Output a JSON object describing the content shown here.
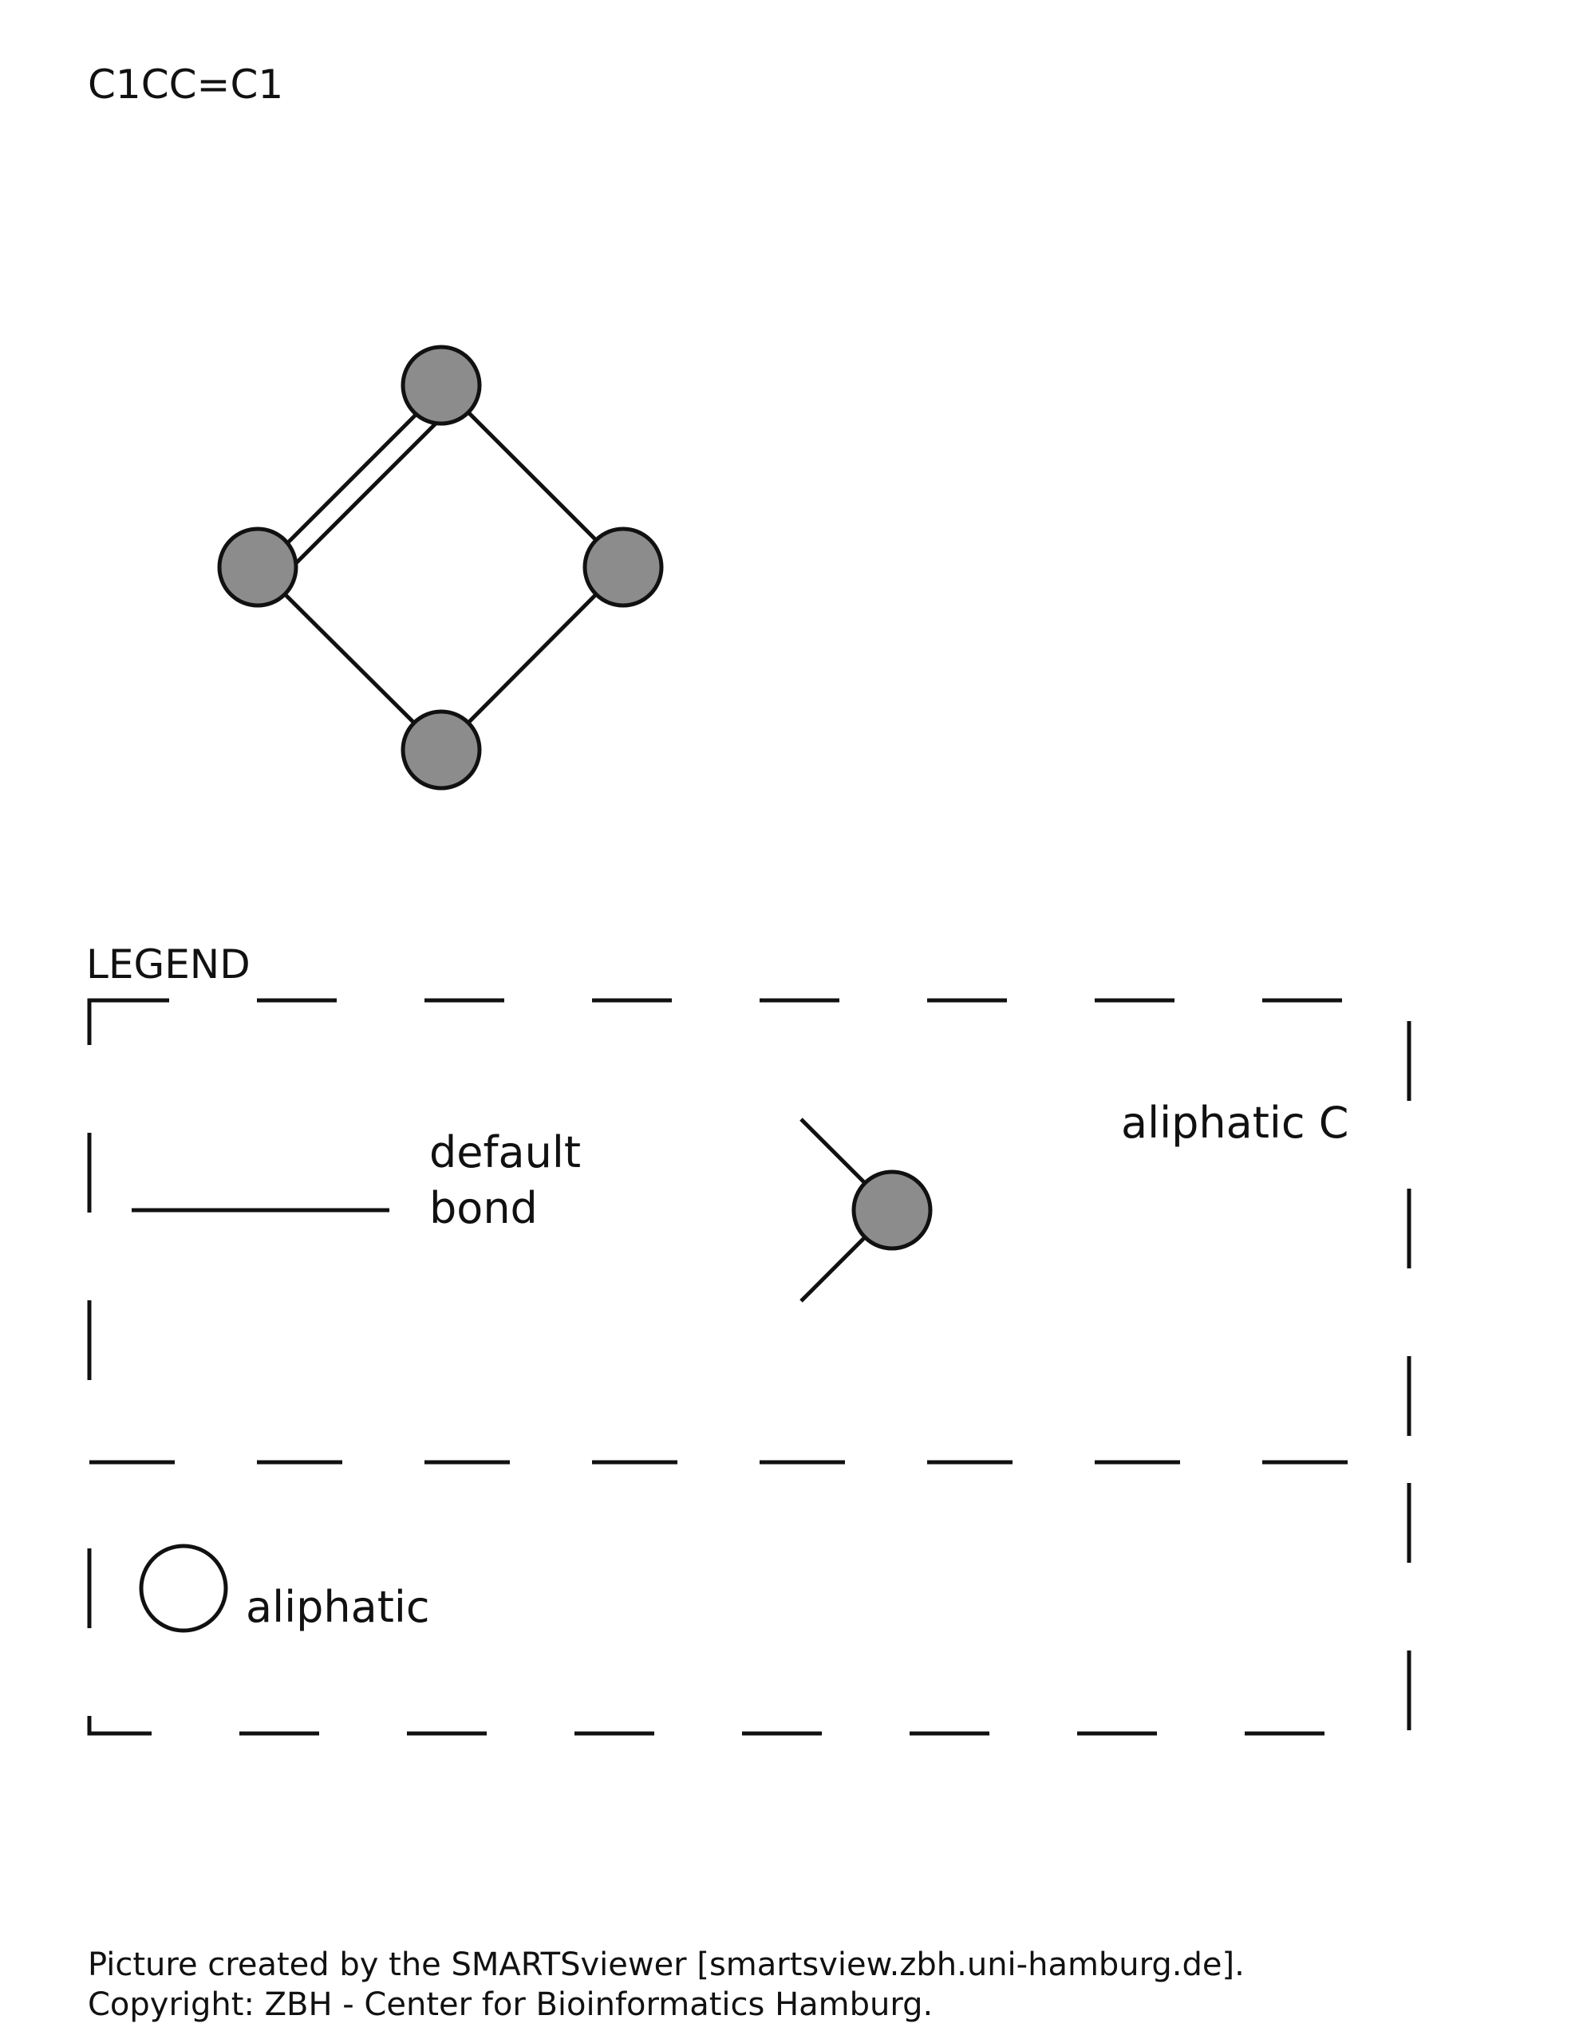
{
  "smiles": "C1CC=C1",
  "colors": {
    "atom_fill": "#8c8c8c",
    "stroke": "#111111",
    "background": "#ffffff"
  },
  "molecule": {
    "atoms": [
      {
        "id": "a-top",
        "element": "C",
        "aromatic": false
      },
      {
        "id": "a-left",
        "element": "C",
        "aromatic": false
      },
      {
        "id": "a-right",
        "element": "C",
        "aromatic": false
      },
      {
        "id": "a-bottom",
        "element": "C",
        "aromatic": false
      }
    ],
    "bonds": [
      {
        "from": "a-top",
        "to": "a-left",
        "order": 2
      },
      {
        "from": "a-top",
        "to": "a-right",
        "order": 1
      },
      {
        "from": "a-left",
        "to": "a-bottom",
        "order": 1
      },
      {
        "from": "a-right",
        "to": "a-bottom",
        "order": 1
      }
    ]
  },
  "legend": {
    "title": "LEGEND",
    "bond_label": [
      "default",
      "bond"
    ],
    "atom_label": "aliphatic C",
    "ring_label": "aliphatic"
  },
  "footer": {
    "line1": "Picture created by the SMARTSviewer [smartsview.zbh.uni-hamburg.de].",
    "line2": "Copyright: ZBH - Center for Bioinformatics Hamburg."
  }
}
